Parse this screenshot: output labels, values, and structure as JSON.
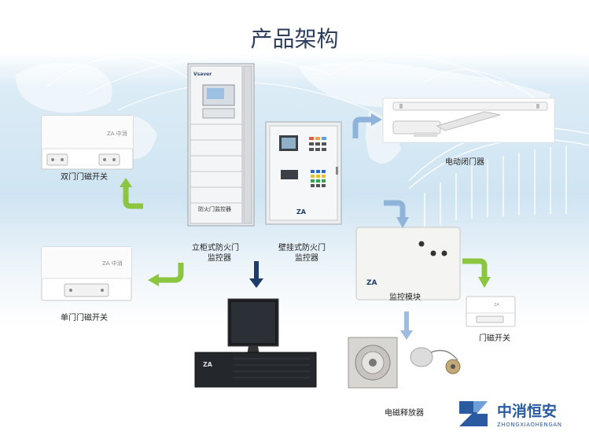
{
  "title": "产品架构",
  "colors": {
    "green_arrow": "#8cc63f",
    "blue_arrow": "#8fb3d9",
    "navy_arrow": "#1f3d6b",
    "logo_blue": "#2a5aa0",
    "title": "#2c3e5c"
  },
  "devices": {
    "double_door_switch": {
      "label": "双门门磁开关",
      "icon": "double-door-magnetic-switch"
    },
    "single_door_switch": {
      "label": "单门门磁开关",
      "icon": "single-door-magnetic-switch"
    },
    "cabinet_controller": {
      "label_line1": "立柜式防火门",
      "label_line2": "监控器",
      "panel_text": "防火门监控器",
      "brand": "Vsaver"
    },
    "wall_controller": {
      "label_line1": "壁挂式防火门",
      "label_line2": "监控器",
      "brand_mark": "ZA"
    },
    "door_closer": {
      "label": "电动闭门器"
    },
    "monitor_module": {
      "label": "监控模块",
      "brand_mark": "ZA"
    },
    "door_switch": {
      "label": "门磁开关"
    },
    "electromagnetic_release": {
      "label": "电磁释放器"
    },
    "workstation": {
      "brand_mark": "ZA"
    }
  },
  "logo": {
    "name_cn": "中消恒安",
    "name_pinyin": "ZHONGXIAOHENGAN",
    "mark": "ZA"
  }
}
